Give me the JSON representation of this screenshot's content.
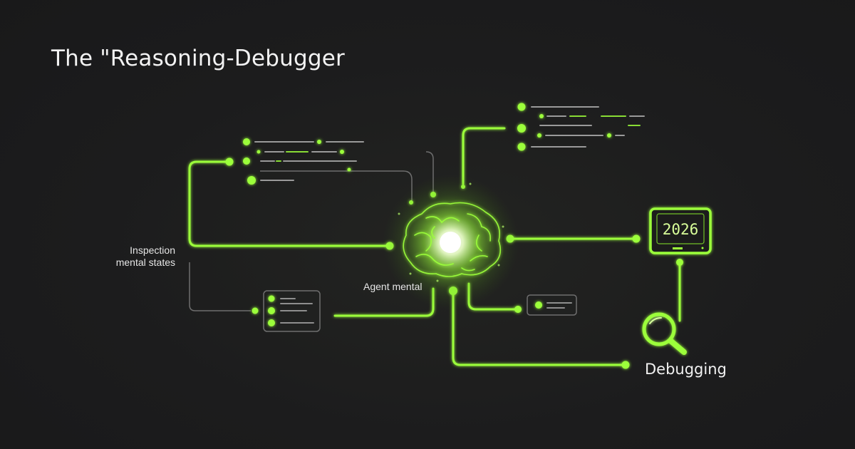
{
  "title": "The \"Reasoning-Debugger",
  "labels": {
    "inspection_line1": "Inspection",
    "inspection_line2": "mental states",
    "agent": "Agent mental",
    "debugging": "Debugging"
  },
  "monitor": {
    "year": "2026"
  },
  "colors": {
    "background": "#1b1b1c",
    "accent": "#9cff3a",
    "text": "#f3f3f3",
    "muted_line": "#8a8a8a"
  },
  "icons": [
    "brain-icon",
    "monitor-icon",
    "magnifier-icon"
  ]
}
